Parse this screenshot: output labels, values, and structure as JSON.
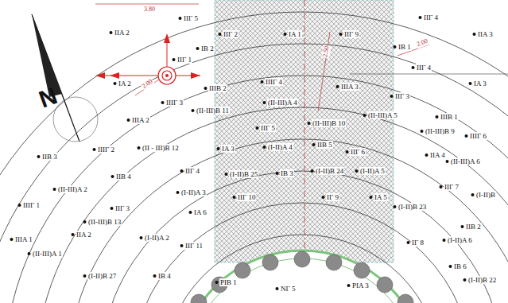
{
  "diagram": {
    "labels": [
      "3.80",
      "IIГ 5",
      "IIA 2",
      "IIГ 1",
      "IA 2",
      "2.00",
      "IIIГ 3",
      "IIIA 2",
      "(II - III)B 12",
      "IIIГ 2",
      "IIB 3",
      "IIB 4",
      "IIГ 4",
      "(II-III)A 2",
      "(I-II)A 3",
      "IIIГ 1",
      "IIГ 3",
      "(II-III)B 13",
      "IIA 2",
      "(I-II)A 2",
      "IIГ 11",
      "IIIA 1",
      "(II-III)A 1",
      "(I-II)B 27",
      "IB 4",
      "IIГ 2",
      "IA 1",
      "IIГ 9",
      "IB 2",
      "IIIB 2",
      "IIIГ 4",
      "IIIA 3",
      "(II-III)B 11",
      "(II-III)A 4",
      "IIГ 5",
      "(II-III)B 10",
      "IA 3",
      "(I-II)A 4",
      "IIB 5",
      "IIГ 6",
      "(I-II)B 25",
      "IB 3",
      "(I-II)B 24",
      "(I-II)A 5",
      "IA 6",
      "IIГ 10",
      "IГ 9",
      "IA 5",
      "NГ 5",
      "PIB 1",
      "PIA 3",
      "IIГ 4",
      "IIA 3",
      "IB 1",
      "2.00",
      "IIГ 4",
      "IA 3",
      "IIГ 3",
      "(II-III)A 5",
      "IIIB 1",
      "(II-III)B 9",
      "IIIГ 6",
      "IIA 4",
      "(II-III)A 6",
      "IIГ 7",
      "(I-II)B",
      "(I-II)B 23",
      "IIB 2",
      "IГ 8",
      "(I-II)A 6",
      "IB 6",
      "(I-II)B 22",
      "N",
      "2.50"
    ]
  }
}
